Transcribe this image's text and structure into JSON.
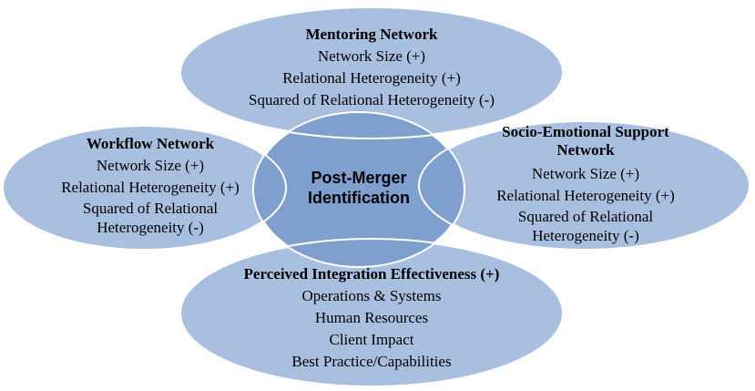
{
  "center": {
    "line1": "Post-Merger",
    "line2": "Identification"
  },
  "mentoring": {
    "title": "Mentoring Network",
    "items": [
      "Network Size (+)",
      "Relational Heterogeneity (+)",
      "Squared of Relational Heterogeneity (-)"
    ]
  },
  "workflow": {
    "title": "Workflow Network",
    "items": [
      "Network Size (+)",
      "Relational Heterogeneity (+)",
      "Squared of Relational",
      "Heterogeneity (-)"
    ]
  },
  "socio": {
    "title_line1": "Socio-Emotional Support",
    "title_line2": "Network",
    "items": [
      "Network Size (+)",
      "Relational Heterogeneity (+)",
      "Squared of Relational",
      "Heterogeneity (-)"
    ]
  },
  "integration": {
    "title": "Perceived Integration Effectiveness (+)",
    "items": [
      "Operations & Systems",
      "Human Resources",
      "Client Impact",
      "Best Practice/Capabilities"
    ]
  },
  "colors": {
    "outer_ellipse": "#a9bfdf",
    "overlap": "#7f9fcf",
    "stroke": "#ffffff"
  }
}
